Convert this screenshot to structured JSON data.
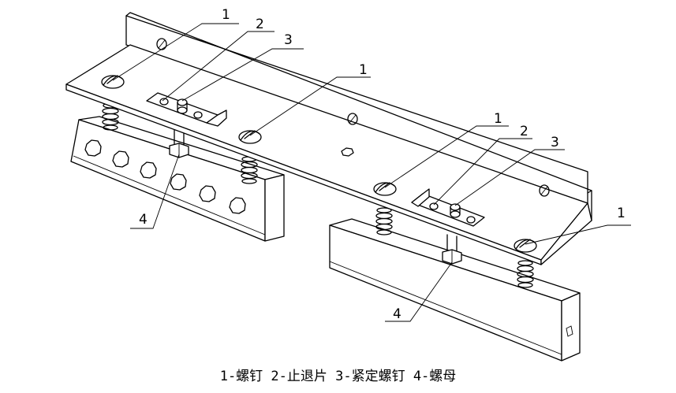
{
  "caption": "1-螺钉 2-止退片 3-紧定螺钉 4-螺母",
  "callouts": {
    "screw": "1",
    "stop_plate": "2",
    "set_screw": "3",
    "nut": "4"
  }
}
